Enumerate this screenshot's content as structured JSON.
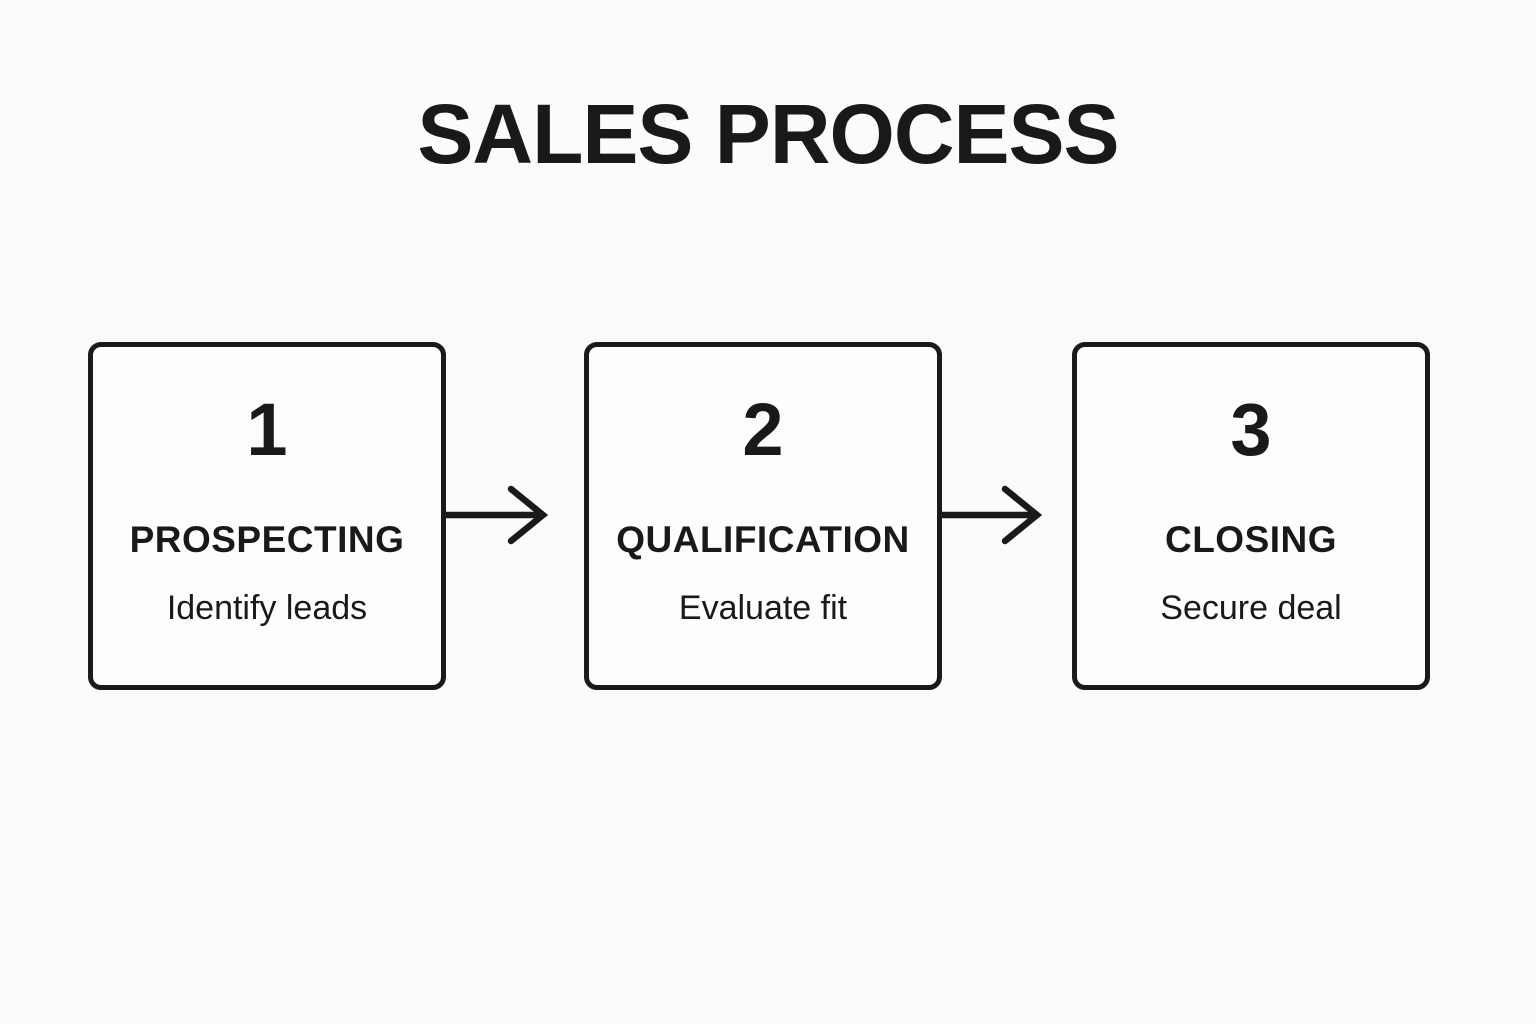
{
  "title": "SALES PROCESS",
  "steps": [
    {
      "number": "1",
      "label": "PROSPECTING",
      "description": "Identify leads"
    },
    {
      "number": "2",
      "label": "QUALIFICATION",
      "description": "Evaluate fit"
    },
    {
      "number": "3",
      "label": "CLOSING",
      "description": "Secure deal"
    }
  ],
  "connectors": [
    {
      "icon": "arrow-right-icon"
    },
    {
      "icon": "arrow-right-icon"
    }
  ],
  "colors": {
    "ink": "#1a1a1a",
    "box_background": "#fdfdfc",
    "page_background": "#fbfbf9"
  }
}
